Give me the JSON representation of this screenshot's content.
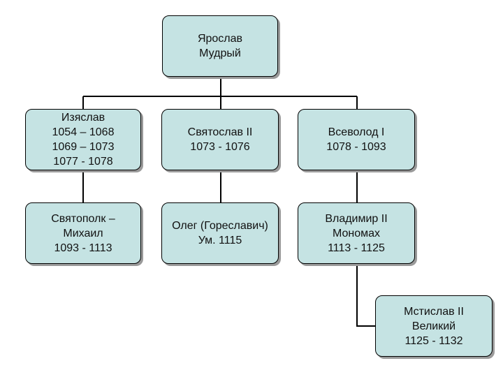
{
  "tree": {
    "root": {
      "lines": [
        "Ярослав",
        "Мудрый"
      ]
    },
    "children": [
      {
        "lines": [
          "Изяслав",
          "1054 – 1068",
          "1069 – 1073",
          "1077 - 1078"
        ],
        "child": {
          "lines": [
            "Святополк –",
            "Михаил",
            "1093 - 1113"
          ]
        }
      },
      {
        "lines": [
          "Святослав II",
          "1073 - 1076"
        ],
        "child": {
          "lines": [
            "Олег (Гореславич)",
            "Ум. 1115"
          ]
        }
      },
      {
        "lines": [
          "Всеволод I",
          "1078 - 1093"
        ],
        "child": {
          "lines": [
            "Владимир II",
            "Мономах",
            "1113 - 1125"
          ],
          "child": {
            "lines": [
              "Мстислав II",
              "Великий",
              "1125 - 1132"
            ]
          }
        }
      }
    ]
  },
  "colors": {
    "box_fill": "#c5e3e3",
    "box_border": "#000000",
    "shadow": "#9a9a9a",
    "connector": "#000000"
  }
}
